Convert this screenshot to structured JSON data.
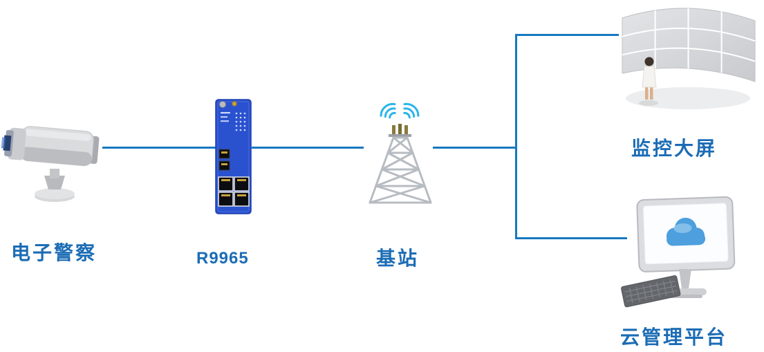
{
  "diagram": {
    "type": "network-topology",
    "colors": {
      "link_line": "#1778c1",
      "label_text": "#1c6cb5",
      "router_body": "#2a52cf",
      "wifi_waves": "#2ab4ea",
      "cloud": "#4d9fdd",
      "device_gray": "#d6d7d9"
    },
    "nodes": [
      {
        "id": "camera",
        "label": "电子警察"
      },
      {
        "id": "router",
        "label": "R9965"
      },
      {
        "id": "base-station",
        "label": "基站"
      },
      {
        "id": "big-screen",
        "label": "监控大屏"
      },
      {
        "id": "cloud-platform",
        "label": "云管理平台"
      }
    ],
    "edges": [
      {
        "from": "camera",
        "to": "router"
      },
      {
        "from": "router",
        "to": "base-station"
      },
      {
        "from": "base-station",
        "to": "big-screen"
      },
      {
        "from": "base-station",
        "to": "cloud-platform"
      }
    ]
  }
}
